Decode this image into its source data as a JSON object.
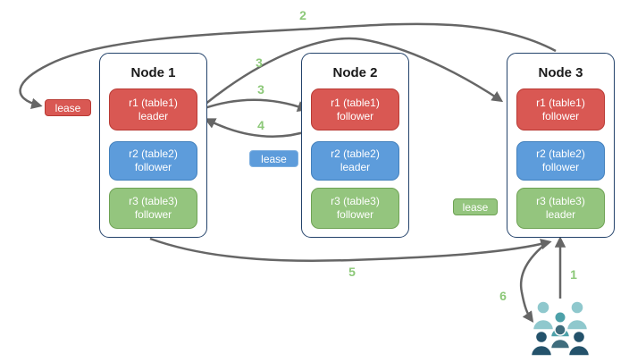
{
  "diagram": {
    "nodes": [
      {
        "title": "Node 1",
        "replicas": [
          {
            "name": "r1 (table1)",
            "role": "leader",
            "color": "red"
          },
          {
            "name": "r2 (table2)",
            "role": "follower",
            "color": "blue"
          },
          {
            "name": "r3 (table3)",
            "role": "follower",
            "color": "green"
          }
        ]
      },
      {
        "title": "Node 2",
        "replicas": [
          {
            "name": "r1 (table1)",
            "role": "follower",
            "color": "red"
          },
          {
            "name": "r2 (table2)",
            "role": "leader",
            "color": "blue"
          },
          {
            "name": "r3 (table3)",
            "role": "follower",
            "color": "green"
          }
        ]
      },
      {
        "title": "Node 3",
        "replicas": [
          {
            "name": "r1 (table1)",
            "role": "follower",
            "color": "red"
          },
          {
            "name": "r2 (table2)",
            "role": "follower",
            "color": "blue"
          },
          {
            "name": "r3 (table3)",
            "role": "leader",
            "color": "green"
          }
        ]
      }
    ],
    "leases": [
      {
        "label": "lease",
        "color": "red"
      },
      {
        "label": "lease",
        "color": "blue"
      },
      {
        "label": "lease",
        "color": "green"
      }
    ],
    "steps": {
      "n1": "1",
      "n2": "2",
      "n3a": "3",
      "n3b": "3",
      "n4": "4",
      "n5": "5",
      "n6": "6"
    },
    "icons": {
      "users_icon": "users-icon"
    },
    "palette": {
      "red_fill": "#d95853",
      "red_border": "#b93a34",
      "blue_fill": "#5d9cdb",
      "blue_border": "#4380bc",
      "green_fill": "#94c57e",
      "green_border": "#6ea254",
      "node_border": "#24436b",
      "arrow": "#666666",
      "step_label": "#8cc878",
      "users_light": "#8fc8cd",
      "users_mid": "#4da1a9",
      "users_slate": "#3f6d7d",
      "users_dark": "#24526b"
    }
  }
}
